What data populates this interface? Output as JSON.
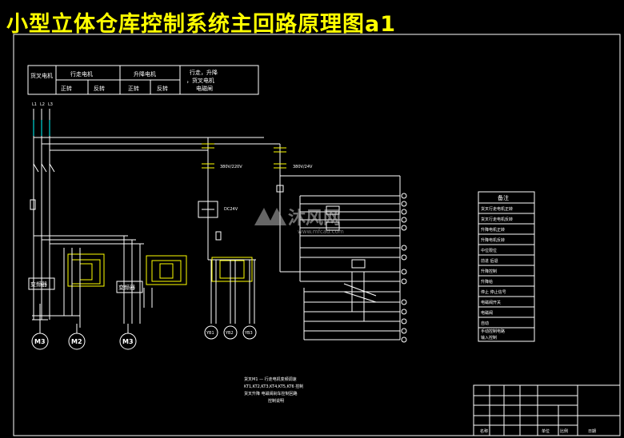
{
  "title": "小型立体仓库控制系统主回路原理图a1",
  "header_table": {
    "col1": "货叉电机",
    "col2": "行走电机",
    "col2_sub": [
      "正转",
      "反转"
    ],
    "col3": "升降电机",
    "col3_sub": [
      "正转",
      "反转"
    ],
    "col4_lines": [
      "行走，升降",
      "，货叉电机",
      "电磁闸"
    ]
  },
  "bus_labels": [
    "L1",
    "L2",
    "L3"
  ],
  "transformer_labels": [
    "380V/220V",
    "380V/24V"
  ],
  "rectifier_label": "DC24V",
  "panel_labels": [
    "变频器",
    "变频器"
  ],
  "motors": [
    "M3",
    "M2",
    "M3"
  ],
  "small_motors": [
    "YB1",
    "YB2",
    "YB3"
  ],
  "legend_title": "备注",
  "legend_items": [
    "货叉行走电机正转",
    "货叉行走电机反转",
    "升降电机正转",
    "升降电机反转",
    "中位限位",
    "前进 后退",
    "升降控制",
    "升降给",
    "停止 停止信号",
    "电磁阀开关",
    "电磁阀",
    "自动",
    "手动控制电路",
    "输入控制"
  ],
  "notes": [
    "货叉M1 — 行走电机变频调速",
    "KT1,KT2,KT3,KT4,KT5,KT6 控制",
    "货叉升降 电磁阀刹车控制回路",
    "控制说明"
  ],
  "watermark": {
    "brand": "沐风网",
    "url": "www.mfcad.com"
  },
  "title_block_bottom": [
    "名称",
    "单位",
    "比例",
    "日期"
  ]
}
